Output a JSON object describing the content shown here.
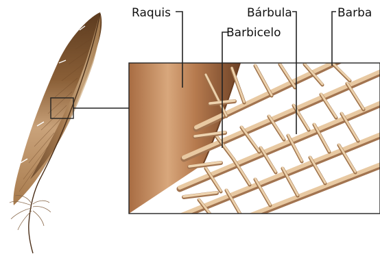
{
  "labels": {
    "raquis": "Raquis",
    "barbicelo": "Barbicelo",
    "barbula": "Bárbula",
    "barba": "Barba"
  },
  "colors": {
    "feather_dark": "#6b4526",
    "feather_mid": "#a77a4c",
    "feather_light": "#e6cfae",
    "barb": "#d9b48a",
    "barb_shadow": "#9d7048",
    "leader_line": "#222222"
  }
}
